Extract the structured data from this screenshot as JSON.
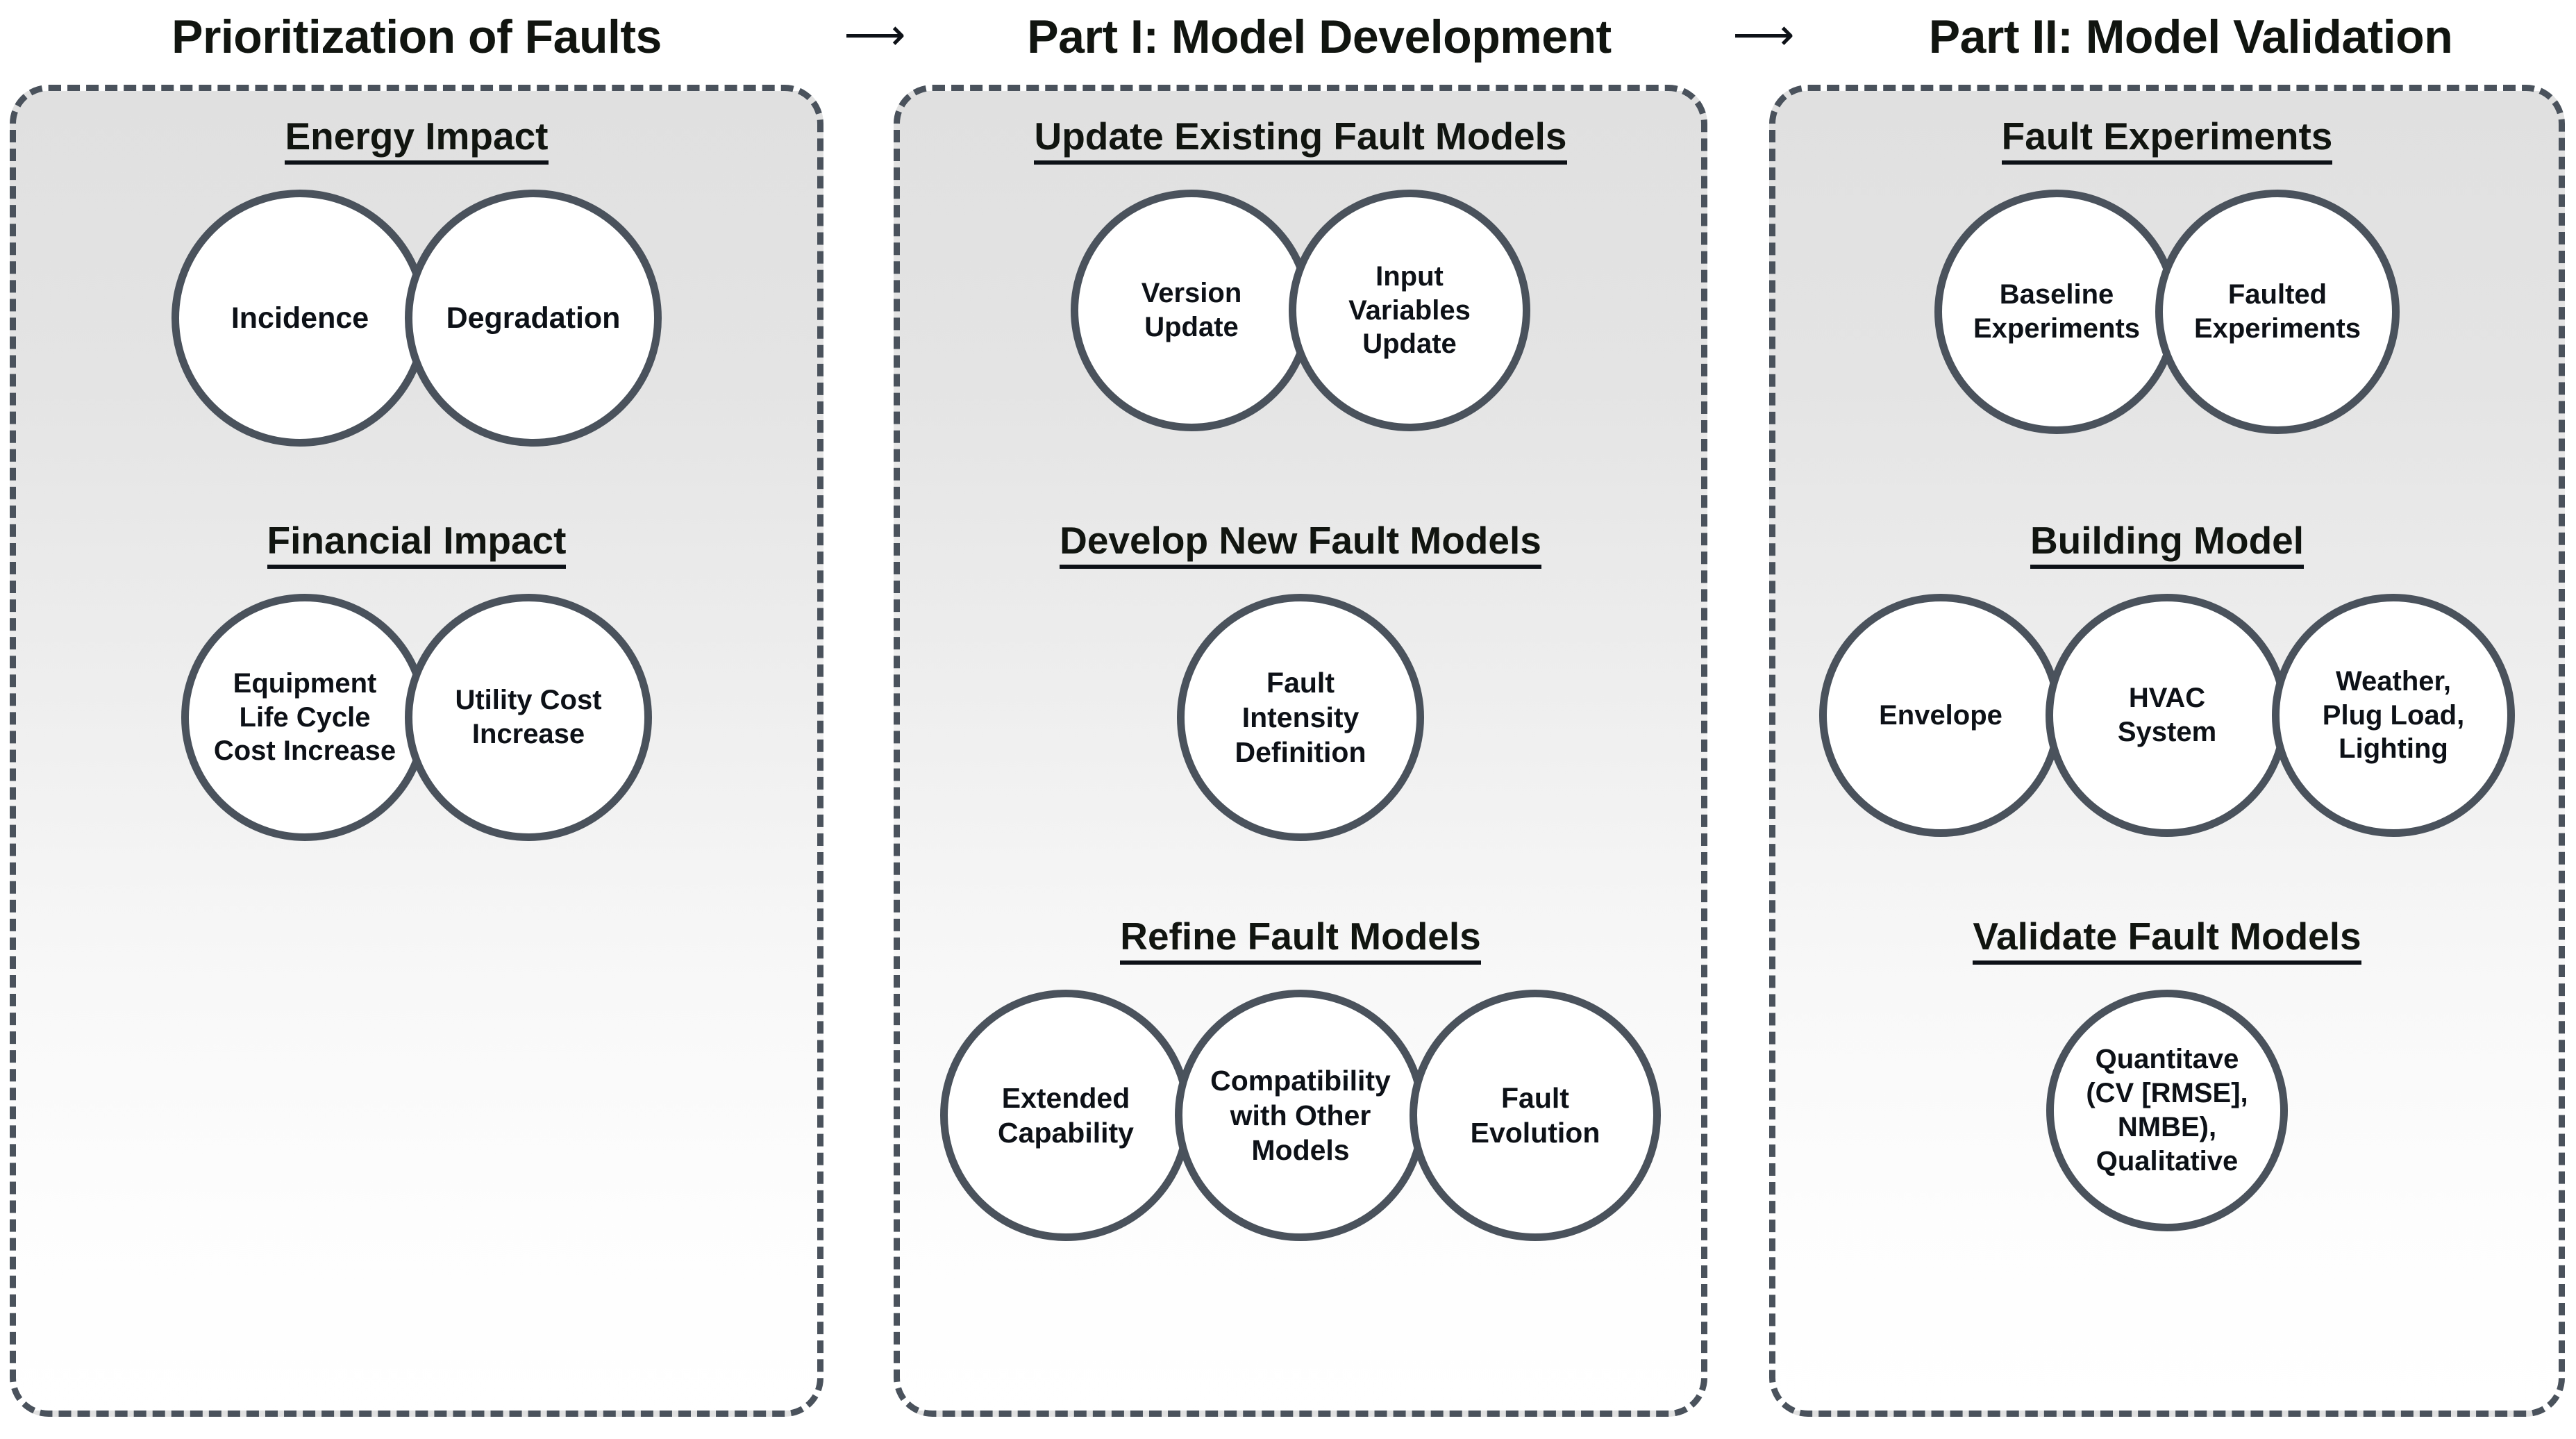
{
  "header": {
    "arrow_glyph": "⟶",
    "stages": [
      {
        "title": "Prioritization of Faults"
      },
      {
        "title": "Part I: Model Development"
      },
      {
        "title": "Part II: Model Validation"
      }
    ]
  },
  "colors": {
    "border": "#4a525c",
    "text": "#111510",
    "circle_stroke": "#4a525c",
    "circle_fill": "#ffffff",
    "panel_top": "#e0e0e0",
    "panel_bottom": "#ffffff"
  },
  "panels": [
    {
      "id": "prioritization",
      "sections": [
        {
          "id": "energy",
          "title": "Energy Impact",
          "nodes": [
            {
              "label": "Incidence"
            },
            {
              "label": "Degradation"
            }
          ]
        },
        {
          "id": "financial",
          "title": "Financial Impact",
          "nodes": [
            {
              "label": "Equipment\nLife Cycle\nCost Increase"
            },
            {
              "label": "Utility Cost\nIncrease"
            }
          ]
        }
      ]
    },
    {
      "id": "part1",
      "sections": [
        {
          "id": "update",
          "title": "Update Existing Fault Models",
          "nodes": [
            {
              "label": "Version\nUpdate"
            },
            {
              "label": "Input\nVariables\nUpdate"
            }
          ]
        },
        {
          "id": "develop",
          "title": "Develop New Fault Models",
          "nodes": [
            {
              "label": "Fault\nIntensity\nDefinition"
            }
          ]
        },
        {
          "id": "refine",
          "title": "Refine Fault Models",
          "nodes": [
            {
              "label": "Extended\nCapability"
            },
            {
              "label": "Compatibility\nwith Other\nModels"
            },
            {
              "label": "Fault\nEvolution"
            }
          ]
        }
      ]
    },
    {
      "id": "part2",
      "sections": [
        {
          "id": "faultexp",
          "title": "Fault Experiments",
          "nodes": [
            {
              "label": "Baseline\nExperiments"
            },
            {
              "label": "Faulted\nExperiments"
            }
          ]
        },
        {
          "id": "buildingmodel",
          "title": "Building Model",
          "nodes": [
            {
              "label": "Envelope"
            },
            {
              "label": "HVAC\nSystem"
            },
            {
              "label": "Weather,\nPlug Load,\nLighting"
            }
          ]
        },
        {
          "id": "validate",
          "title": "Validate Fault Models",
          "nodes": [
            {
              "label": "Quantitave\n(CV [RMSE],\nNMBE),\nQualitative"
            }
          ]
        }
      ]
    }
  ]
}
